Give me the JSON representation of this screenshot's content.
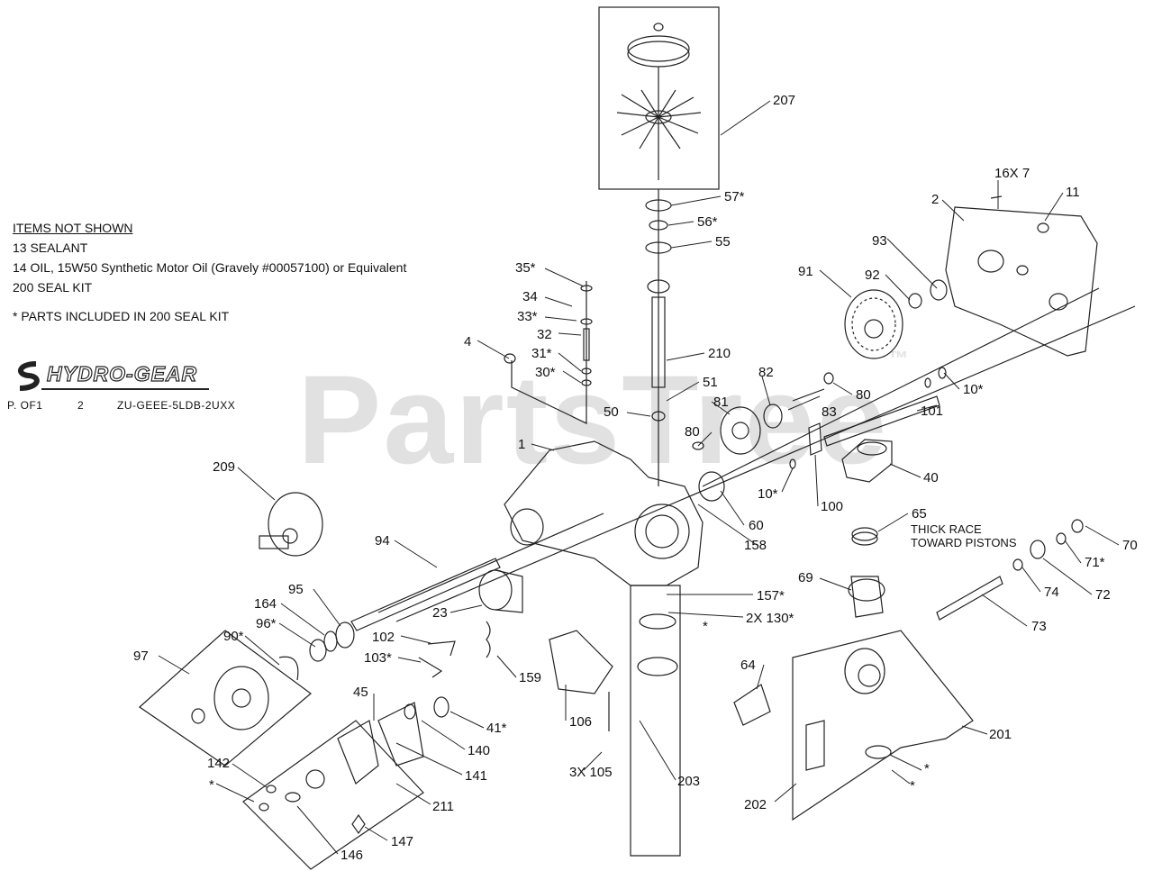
{
  "notes": {
    "heading": "ITEMS NOT SHOWN",
    "lines": [
      "13 SEALANT",
      "14 OIL, 15W50 Synthetic Motor Oil (Gravely #00057100) or Equivalent",
      "200 SEAL KIT"
    ],
    "footnote": "* PARTS INCLUDED IN 200 SEAL KIT"
  },
  "brand": {
    "logo_text": "HYDRO-GEAR"
  },
  "doc": {
    "page_label": "P.  OF1",
    "page_number": "2",
    "model": "ZU-GEEE-5LDB-2UXX"
  },
  "watermark": {
    "text": "PartsTree",
    "tm": "™"
  },
  "callouts": {
    "c207": "207",
    "c57": "57*",
    "c56": "56*",
    "c55": "55",
    "c16x7": "16X 7",
    "c2": "2",
    "c11": "11",
    "c93": "93",
    "c91": "91",
    "c92": "92",
    "c35": "35*",
    "c34": "34",
    "c33": "33*",
    "c32": "32",
    "c31": "31*",
    "c30": "30*",
    "c4": "4",
    "c210": "210",
    "c51": "51",
    "c50": "50",
    "c82": "82",
    "c80a": "80",
    "c83": "83",
    "c10a": "10*",
    "c81": "81",
    "c80b": "80",
    "c101": "101",
    "c1": "1",
    "c209": "209",
    "c10b": "10*",
    "c100": "100",
    "c40": "40",
    "c60": "60",
    "c158": "158",
    "c65": "65",
    "thick_race_1": "THICK RACE",
    "thick_race_2": "TOWARD PISTONS",
    "c70": "70",
    "c71": "71*",
    "c94": "94",
    "c69": "69",
    "c157": "157*",
    "c74": "74",
    "c72": "72",
    "c95": "95",
    "c164": "164",
    "c23": "23",
    "c2x130": "2X 130*",
    "c96": "96*",
    "c73": "73",
    "c90": "90*",
    "c102": "102",
    "c97": "97",
    "c103": "103*",
    "c64": "64",
    "c159": "159",
    "c45": "45",
    "c41": "41*",
    "c106": "106",
    "c140": "140",
    "c142": "142",
    "c141": "141",
    "c201": "201",
    "c3x105": "3X 105",
    "c203": "203",
    "star_a": "*",
    "star_b": "*",
    "star_c": "*",
    "star_d": "*",
    "c211": "211",
    "c202": "202",
    "c147": "147",
    "c146": "146"
  }
}
